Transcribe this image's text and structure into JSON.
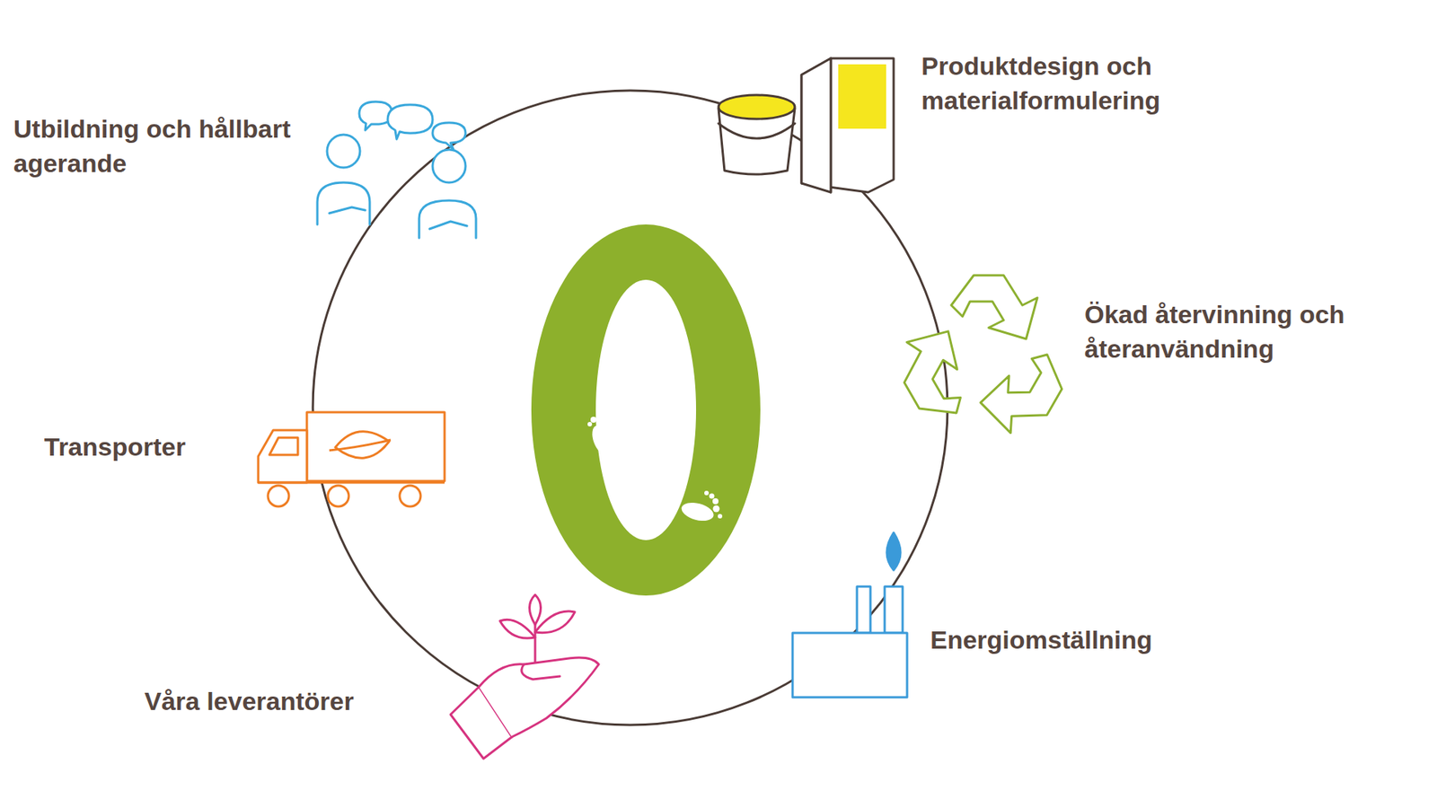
{
  "diagram": {
    "labels": [
      "Utbildning och hållbart agerande",
      "Produktdesign och materialformulering",
      "Ökad återvinning och återanvändning",
      "Transporter",
      "Energiomställning",
      "Våra leverantörer"
    ]
  }
}
